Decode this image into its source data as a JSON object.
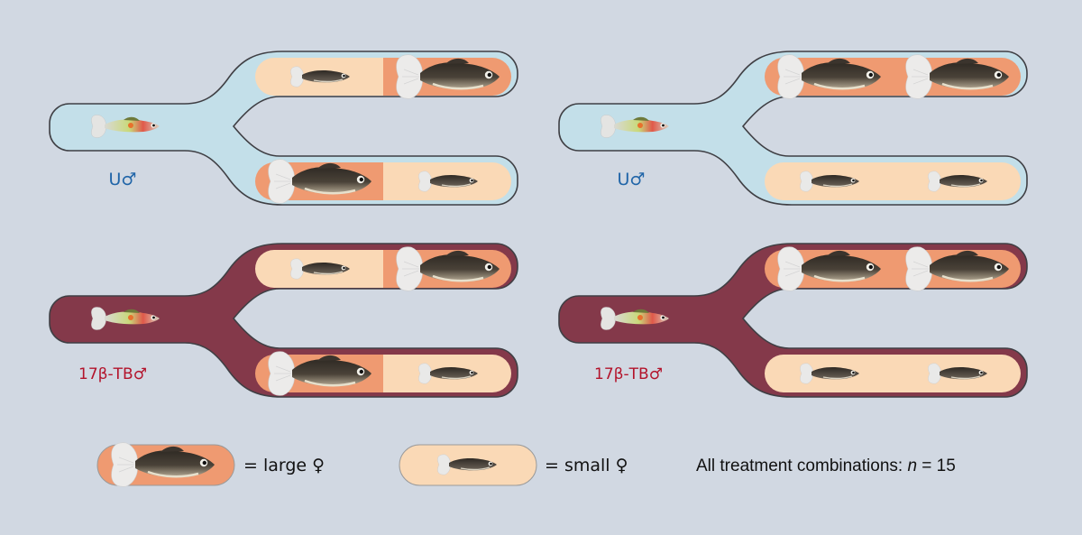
{
  "labels": {
    "untreated_male": "U♂",
    "treated_male": "17β-TB♂",
    "large_female_legend": "= large ♀",
    "small_female_legend": "= small ♀",
    "sample_size_prefix": "All treatment combinations: ",
    "sample_size_var": "n",
    "sample_size_suffix": " = 15"
  },
  "colors": {
    "background": "#d1d8e2",
    "untreated_channel": "#c3dfe9",
    "treated_channel": "#84394a",
    "large_compartment": "#ef9a71",
    "small_compartment": "#fad9b6",
    "untreated_text": "#2065a8",
    "treated_text": "#b3132b"
  },
  "panels": [
    {
      "male": "untreated",
      "top_arm": [
        "small",
        "large"
      ],
      "bottom_arm": [
        "large",
        "small"
      ]
    },
    {
      "male": "untreated",
      "top_arm": [
        "large",
        "large"
      ],
      "bottom_arm": [
        "small",
        "small"
      ]
    },
    {
      "male": "treated",
      "top_arm": [
        "small",
        "large"
      ],
      "bottom_arm": [
        "large",
        "small"
      ]
    },
    {
      "male": "treated",
      "top_arm": [
        "large",
        "large"
      ],
      "bottom_arm": [
        "small",
        "small"
      ]
    }
  ]
}
